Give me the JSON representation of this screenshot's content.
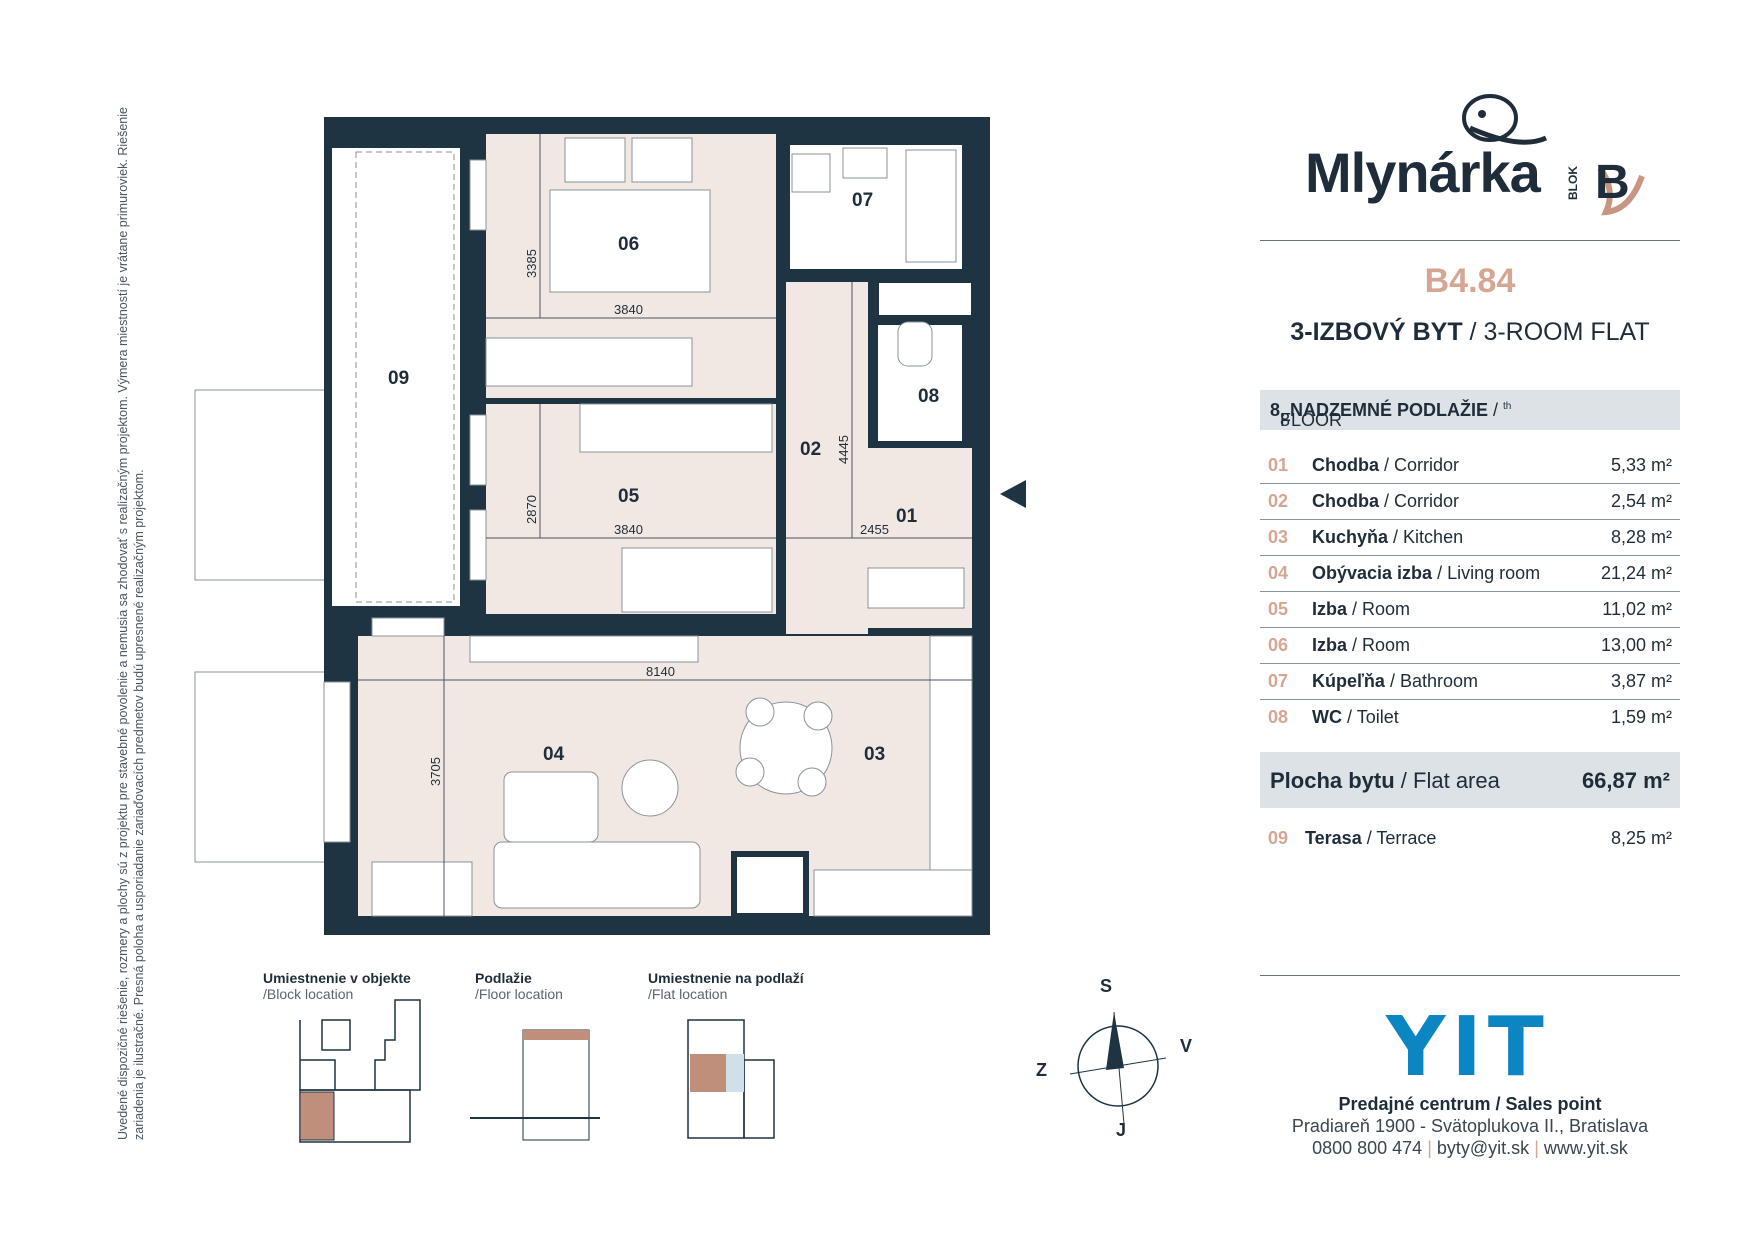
{
  "side_note": "Uvedené dispozičné riešenie, rozmery a plochy sú z projektu pre stavebné povolenie a nemusia sa zhodovať s realizačným projektom. Výmera miestností je vrátane primuroviek. Riešenie zariadenia je ilustračné. Presná poloha a usporiadanie zariaďovacích predmetov budú upresnené realizačným projektom.",
  "brand": {
    "name": "Mlynárka",
    "blok_word": "BLOK",
    "blok_letter": "B"
  },
  "unit_code": "B4.84",
  "flat_type": {
    "sk": "3-IZBOVÝ BYT",
    "en": "3-ROOM FLAT"
  },
  "floor": {
    "sk": "8. NADZEMNÉ PODLAŽIE",
    "en_num": "8",
    "en_sup": "th",
    "en_word": "FLOOR"
  },
  "rooms": [
    {
      "num": "01",
      "sk": "Chodba",
      "en": "Corridor",
      "area": "5,33 m²"
    },
    {
      "num": "02",
      "sk": "Chodba",
      "en": "Corridor",
      "area": "2,54 m²"
    },
    {
      "num": "03",
      "sk": "Kuchyňa",
      "en": "Kitchen",
      "area": "8,28 m²"
    },
    {
      "num": "04",
      "sk": "Obývacia izba",
      "en": "Living room",
      "area": "21,24 m²"
    },
    {
      "num": "05",
      "sk": "Izba",
      "en": "Room",
      "area": "11,02 m²"
    },
    {
      "num": "06",
      "sk": "Izba",
      "en": "Room",
      "area": "13,00 m²"
    },
    {
      "num": "07",
      "sk": "Kúpeľňa",
      "en": "Bathroom",
      "area": "3,87 m²"
    },
    {
      "num": "08",
      "sk": "WC",
      "en": "Toilet",
      "area": "1,59 m²"
    }
  ],
  "total": {
    "sk": "Plocha bytu",
    "en": "Flat area",
    "area": "66,87 m²"
  },
  "terrace": {
    "num": "09",
    "sk": "Terasa",
    "en": "Terrace",
    "area": "8,25 m²"
  },
  "company": "YIT",
  "sales": {
    "title": "Predajné centrum / Sales point",
    "address": "Pradiareň 1900 - Svätoplukova II., Bratislava",
    "phone": "0800 800 474",
    "email": "byty@yit.sk",
    "web": "www.yit.sk"
  },
  "mini_maps": [
    {
      "sk": "Umiestnenie v objekte",
      "en": "/Block location"
    },
    {
      "sk": "Podlažie",
      "en": "/Floor location"
    },
    {
      "sk": "Umiestnenie na podlaží",
      "en": "/Flat location"
    }
  ],
  "compass": {
    "n": "S",
    "s": "J",
    "w": "Z",
    "e": "V"
  },
  "plan": {
    "room_labels": [
      "01",
      "02",
      "03",
      "04",
      "05",
      "06",
      "07",
      "08",
      "09"
    ],
    "dimensions": [
      "3840",
      "3385",
      "3840",
      "2870",
      "4445",
      "2455",
      "8140",
      "3705"
    ]
  },
  "colors": {
    "wall": "#1f3442",
    "room_fill": "#f1e8e4",
    "accent": "#d7a593",
    "yit_blue": "#0c86c3",
    "bar": "#dde2e6"
  }
}
